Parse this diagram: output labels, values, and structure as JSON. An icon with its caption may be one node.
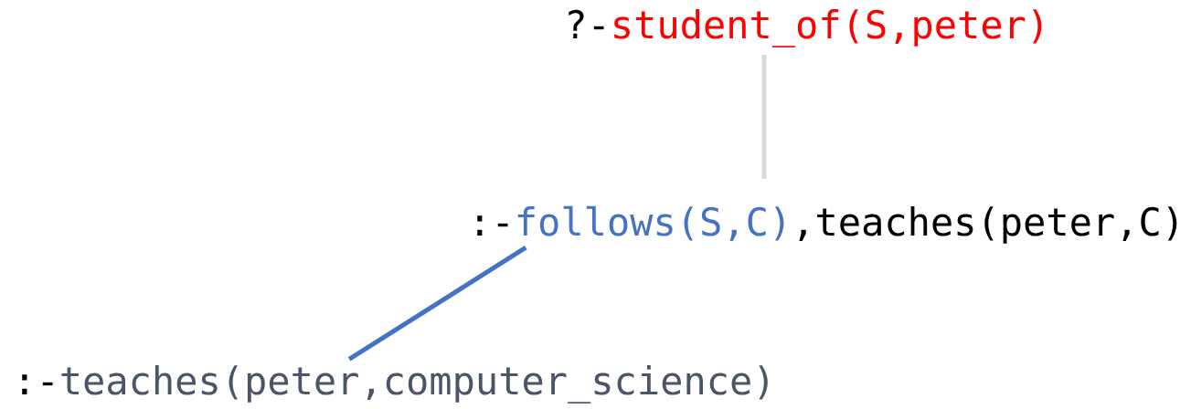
{
  "diagram": {
    "nodes": [
      {
        "text": [
          "?-",
          "student_of(S,peter)"
        ]
      },
      {
        "text": [
          ":-",
          "follows(S,C)",
          ",teaches(peter,C)"
        ]
      },
      {
        "text": [
          ":-",
          "teaches(peter,computer_science)"
        ]
      }
    ],
    "edges": [
      {
        "from": 0,
        "to": 1,
        "arrow": "none",
        "color": "#d9d9d9"
      },
      {
        "from": 1,
        "to": 2,
        "arrow": "none",
        "color": "#4472c4"
      }
    ]
  }
}
